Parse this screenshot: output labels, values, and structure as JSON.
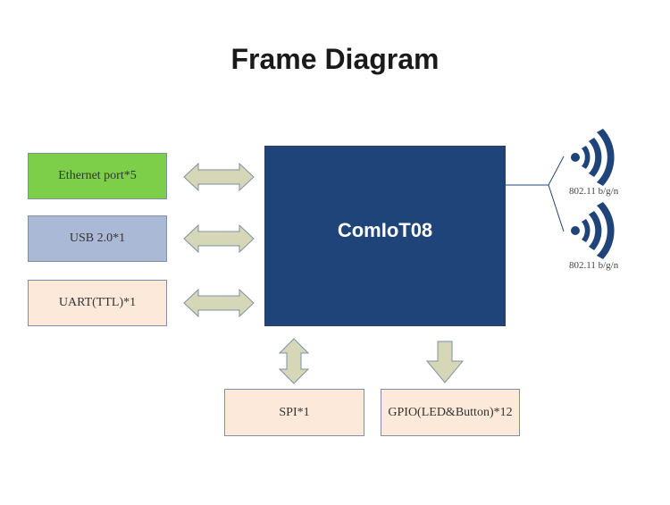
{
  "title": "Frame Diagram",
  "core": {
    "label": "ComIoT08",
    "color": "#1f4479"
  },
  "left_interfaces": [
    {
      "label": "Ethernet port*5",
      "color": "#7dcf4a"
    },
    {
      "label": "USB 2.0*1",
      "color": "#aabad6"
    },
    {
      "label": "UART(TTL)*1",
      "color": "#fde9d9"
    }
  ],
  "bottom_interfaces": [
    {
      "label": "SPI*1",
      "direction": "bidirectional"
    },
    {
      "label": "GPIO(LED&Button)*12",
      "direction": "downward"
    }
  ],
  "wireless": [
    {
      "label": "802.11 b/g/n",
      "icon": "wifi-signal-icon"
    },
    {
      "label": "802.11 b/g/n",
      "icon": "wifi-signal-icon"
    }
  ],
  "arrow_color": "#d6d7b7"
}
